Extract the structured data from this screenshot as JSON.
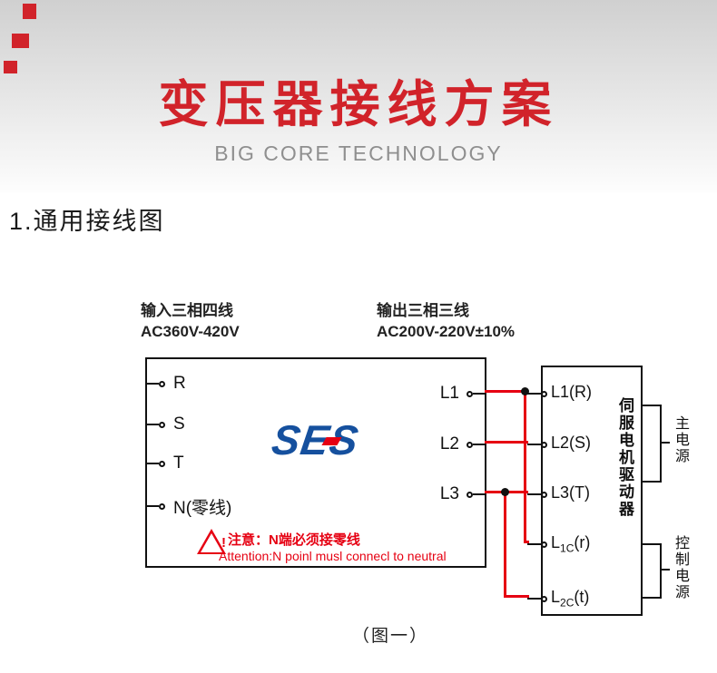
{
  "banner": {
    "title": "变压器接线方案",
    "subtitle": "BIG CORE TECHNOLOGY"
  },
  "section": {
    "heading": "1.通用接线图"
  },
  "diagram": {
    "input_label_line1": "输入三相四线",
    "input_label_line2": "AC360V-420V",
    "output_label_line1": "输出三相三线",
    "output_label_line2": "AC200V-220V±10%",
    "transformer": {
      "logo_text": "SES",
      "input_terminals": [
        "R",
        "S",
        "T",
        "N(零线)"
      ],
      "output_terminals": [
        "L1",
        "L2",
        "L3"
      ],
      "warning_mark": "!",
      "warning_line1": "注意：N端必须接零线",
      "warning_line2": "Attention:N poinl musl connecl to neutral"
    },
    "driver": {
      "terminals": [
        {
          "pre": "L1",
          "sub": "",
          "post": "(R)"
        },
        {
          "pre": "L2",
          "sub": "",
          "post": "(S)"
        },
        {
          "pre": "L3",
          "sub": "",
          "post": "(T)"
        },
        {
          "pre": "L",
          "sub": "1C",
          "post": "(r)"
        },
        {
          "pre": "L",
          "sub": "2C",
          "post": "(t)"
        }
      ],
      "vertical_label": "伺服电机驱动器",
      "main_power_label": "主电源",
      "control_power_label": "控制电源"
    },
    "caption": "（图一）"
  },
  "colors": {
    "accent_red": "#d1232a",
    "wire_red": "#e60012",
    "logo_blue": "#15509e",
    "line_black": "#111111"
  }
}
